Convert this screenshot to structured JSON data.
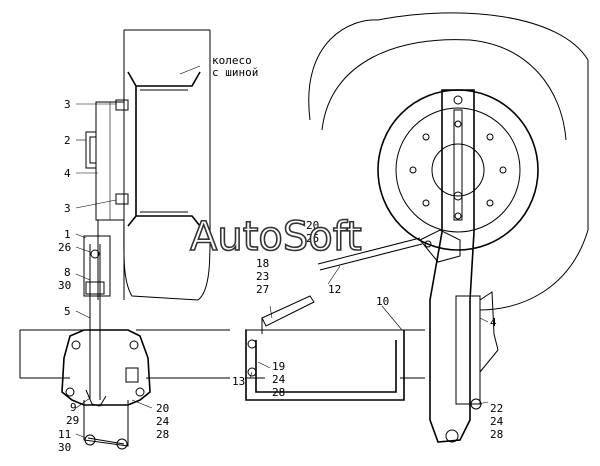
{
  "wheel_caption": [
    "колесо",
    "с шиной"
  ],
  "watermark": "AutoSoft",
  "callouts": [
    {
      "id": "3a",
      "text": "3"
    },
    {
      "id": "2",
      "text": "2"
    },
    {
      "id": "4a",
      "text": "4"
    },
    {
      "id": "3b",
      "text": "3"
    },
    {
      "id": "1",
      "text": "1"
    },
    {
      "id": "26",
      "text": "26"
    },
    {
      "id": "8",
      "text": "8"
    },
    {
      "id": "30a",
      "text": "30"
    },
    {
      "id": "5",
      "text": "5"
    },
    {
      "id": "9",
      "text": "9"
    },
    {
      "id": "29",
      "text": "29"
    },
    {
      "id": "11",
      "text": "11"
    },
    {
      "id": "30b",
      "text": "30"
    },
    {
      "id": "20a",
      "text": "20"
    },
    {
      "id": "24a",
      "text": "24"
    },
    {
      "id": "28a",
      "text": "28"
    },
    {
      "id": "18",
      "text": "18"
    },
    {
      "id": "23",
      "text": "23"
    },
    {
      "id": "27",
      "text": "27"
    },
    {
      "id": "12",
      "text": "12"
    },
    {
      "id": "20b",
      "text": "20"
    },
    {
      "id": "25",
      "text": "25"
    },
    {
      "id": "10",
      "text": "10"
    },
    {
      "id": "13",
      "text": "13"
    },
    {
      "id": "19",
      "text": "19"
    },
    {
      "id": "24b",
      "text": "24"
    },
    {
      "id": "28b",
      "text": "28"
    },
    {
      "id": "4b",
      "text": "4"
    },
    {
      "id": "22",
      "text": "22"
    },
    {
      "id": "24c",
      "text": "24"
    },
    {
      "id": "28c",
      "text": "28"
    }
  ]
}
